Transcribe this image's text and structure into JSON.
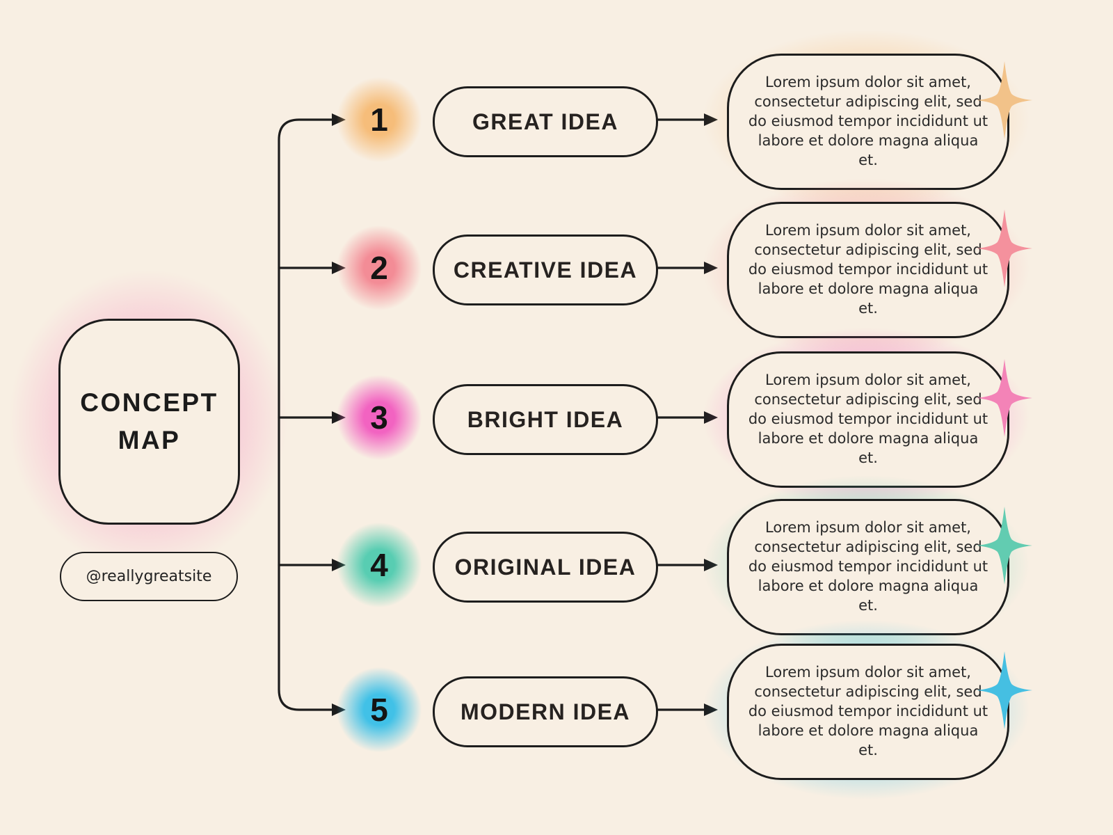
{
  "page": {
    "background_color": "#f8efe3",
    "line_color": "#1d1d1d"
  },
  "concept": {
    "title": "CONCEPT MAP",
    "handle": "@reallygreatsite",
    "glow_color": "#f6a9ca"
  },
  "rows": [
    {
      "number": "1",
      "label": "GREAT IDEA",
      "description": "Lorem ipsum dolor sit amet, consectetur adipiscing elit, sed do eiusmod tempor incididunt ut labore et dolore magna aliqua et.",
      "glow_color": "#f6bd7a",
      "sparkle_color": "#f2c289"
    },
    {
      "number": "2",
      "label": "CREATIVE IDEA",
      "description": "Lorem ipsum dolor sit amet, consectetur adipiscing elit, sed do eiusmod tempor incididunt ut labore et dolore magna aliqua et.",
      "glow_color": "#f38c96",
      "sparkle_color": "#f4919d"
    },
    {
      "number": "3",
      "label": "BRIGHT IDEA",
      "description": "Lorem ipsum dolor sit amet, consectetur adipiscing elit, sed do eiusmod tempor incididunt ut labore et dolore magna aliqua et.",
      "glow_color": "#f263c1",
      "sparkle_color": "#f383b7"
    },
    {
      "number": "4",
      "label": "ORIGINAL IDEA",
      "description": "Lorem ipsum dolor sit amet, consectetur adipiscing elit, sed do eiusmod tempor incididunt ut labore et dolore magna aliqua et.",
      "glow_color": "#58cdb2",
      "sparkle_color": "#62ccb1"
    },
    {
      "number": "5",
      "label": "MODERN IDEA",
      "description": "Lorem ipsum dolor sit amet, consectetur adipiscing elit, sed do eiusmod tempor incididunt ut labore et dolore magna aliqua et.",
      "glow_color": "#41c1e7",
      "sparkle_color": "#45bfe2"
    }
  ]
}
